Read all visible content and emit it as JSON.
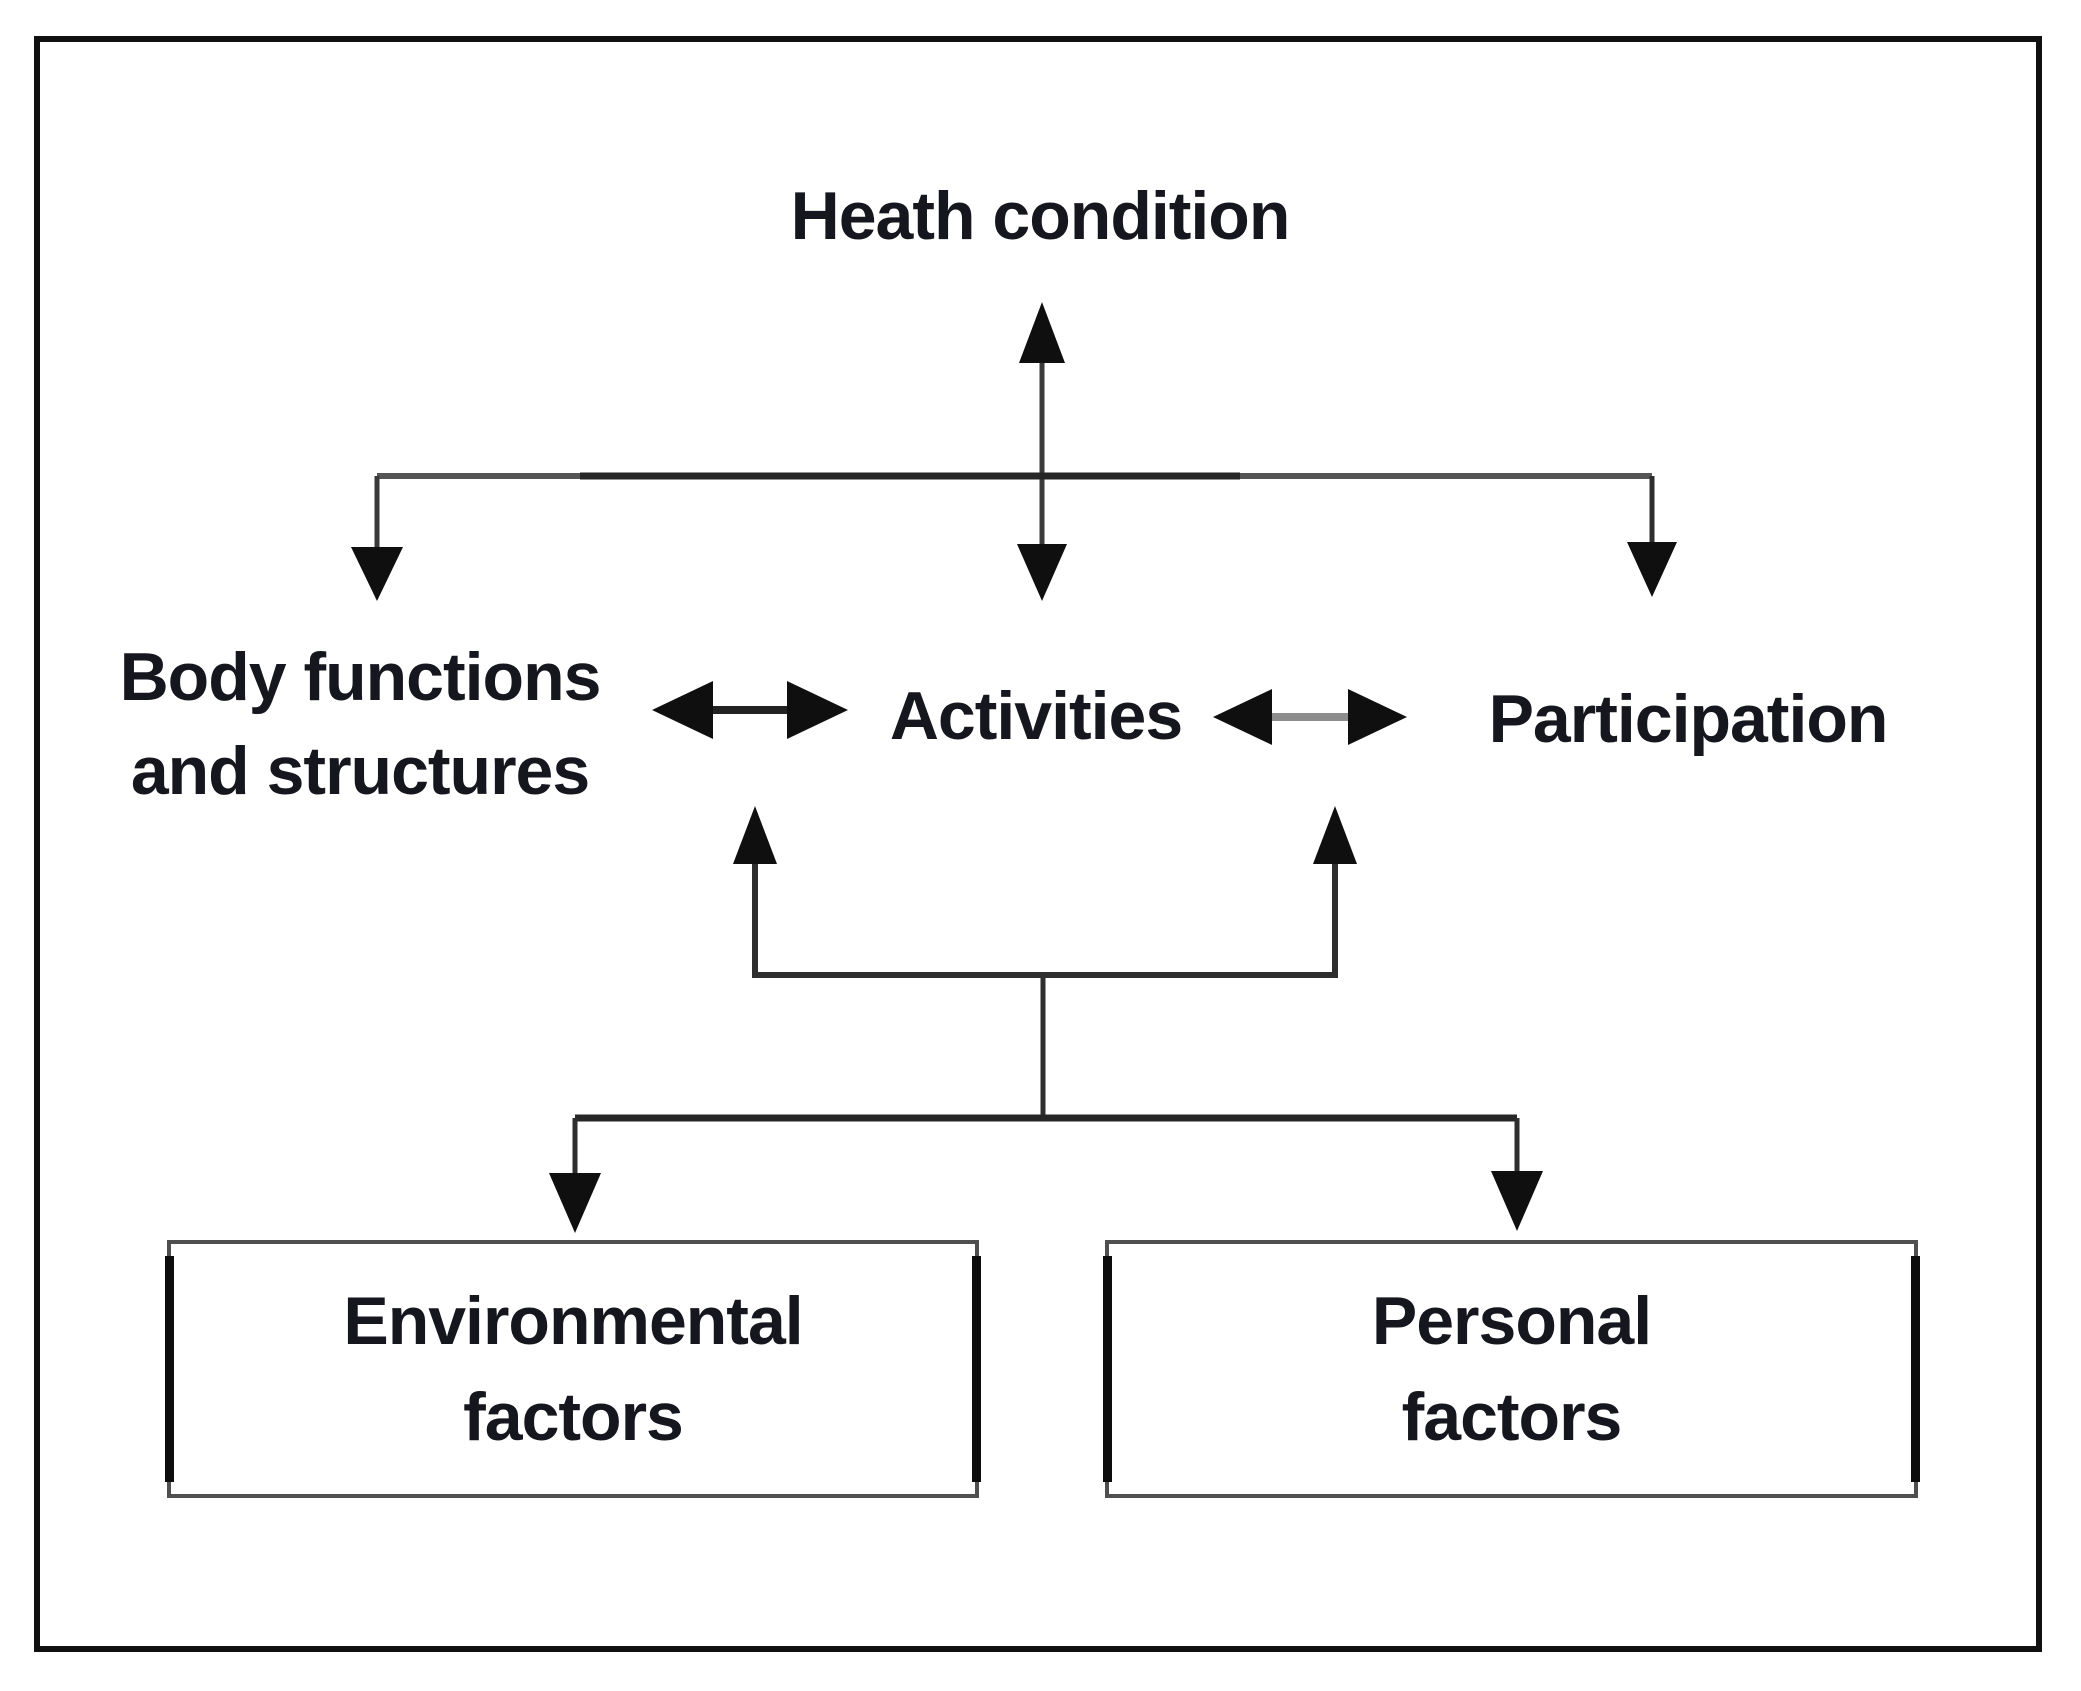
{
  "diagram": {
    "nodes": {
      "health_condition": "Heath condition",
      "body_functions": {
        "line1": "Body functions",
        "line2": "and structures"
      },
      "activities": "Activities",
      "participation": "Participation",
      "environmental_factors": {
        "line1": "Environmental",
        "line2": "factors"
      },
      "personal_factors": {
        "line1": "Personal",
        "line2": "factors"
      }
    },
    "colors": {
      "background": "#ffffff",
      "text": "#16161e",
      "line": "#3a3a3a",
      "arrowhead": "#0f0f0f",
      "gray_shaft": "#8d8d8d",
      "frame_border": "#101010",
      "box_border": "#4f4f4f"
    }
  }
}
